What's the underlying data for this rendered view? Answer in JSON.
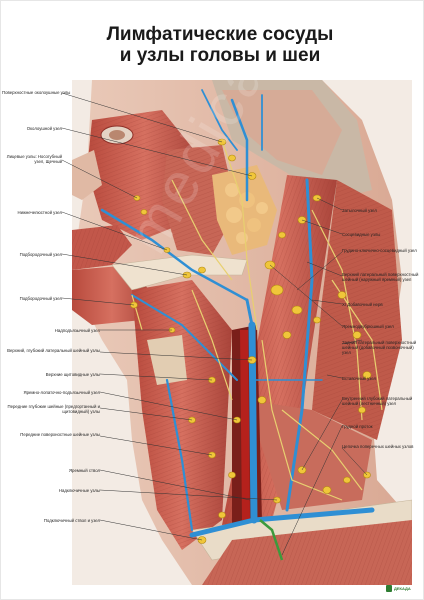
{
  "title": {
    "line1": "Лимфатические сосуды",
    "line2": "и узлы головы и шеи"
  },
  "labels_left": [
    "Поверхностные околоушные узлы",
    "Околоушной узел",
    "Лицевые узлы: Носогубный узел, Щечный",
    "Нижнечелюстной узел",
    "Подбородочный узел",
    "Подбородочный узел",
    "Надподъязычный узел",
    "Верхний, глубокий латеральный шейный узлы",
    "Верхние щитовидные узлы",
    "Яремно-лопаточно-подъязычный узел",
    "Передние глубокие шейные (предгортанный и щитовидный) узлы",
    "Передние поверхностные шейные узлы",
    "Яремный ствол",
    "Надключичные узлы",
    "Подключичный ствол и узел"
  ],
  "labels_right": [
    "Затылочный узел",
    "Сосцевидные узлы",
    "Грудино-ключично-сосцевидный узел",
    "Верхний латеральный поверхностный шейный (наружный яремный) узел",
    "XI Добавочный нерв",
    "Яремнодвубрюшный узел",
    "Задний латеральный поверхностный шейный (добавочный позвоночный) узел",
    "Вставочный узел",
    "Внутренний глубокий латеральный шейный (лестничный) узел",
    "Грудной проток",
    "Цепочка поперечных шейных узлов"
  ],
  "watermark": "medicalplakat.ru",
  "logo": "ДЕКАДА",
  "colors": {
    "muscle": "#c65a4a",
    "muscle_dark": "#8e2f27",
    "fat": "#f2d49a",
    "vein": "#2f8fd4",
    "artery": "#b5211c",
    "node": "#f0c63a",
    "nerve": "#e8d070",
    "bone": "#ece3d6",
    "skin": "#e7c8b7"
  }
}
